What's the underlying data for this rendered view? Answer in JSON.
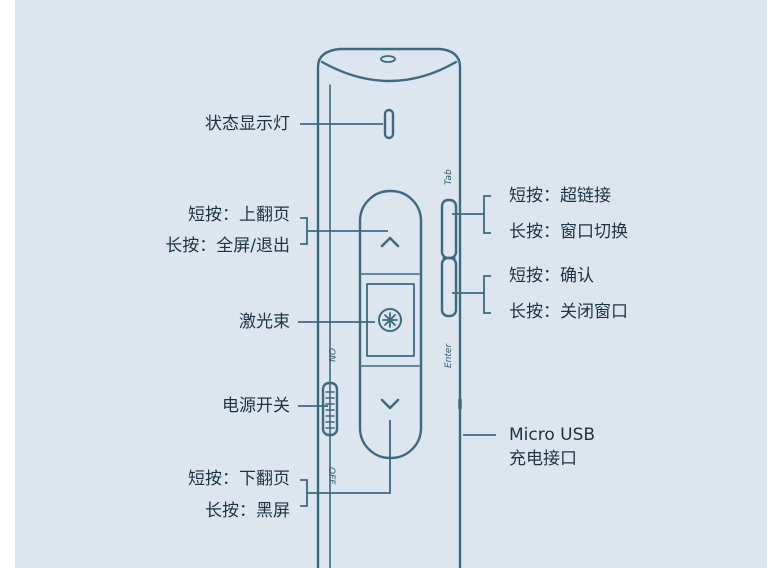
{
  "labels": {
    "status_light": "状态显示灯",
    "short_press_page_up": "短按：上翻页",
    "long_press_fullscreen": "长按：全屏/退出",
    "laser": "激光束",
    "power_switch": "电源开关",
    "short_press_page_down": "短按：下翻页",
    "long_press_black": "长按：黑屏",
    "short_press_hyperlink": "短按：超链接",
    "long_press_switch_window": "长按：窗口切换",
    "short_press_confirm": "短按：确认",
    "long_press_close_window": "长按：关闭窗口",
    "usb_line1": "Micro USB",
    "usb_line2": "充电接口"
  },
  "device_marks": {
    "tab": "Tab",
    "enter": "Enter",
    "on": "ON",
    "off": "OFF"
  },
  "colors": {
    "background": "#dde6ee",
    "line": "#3d6a82",
    "text": "#1d3344"
  }
}
